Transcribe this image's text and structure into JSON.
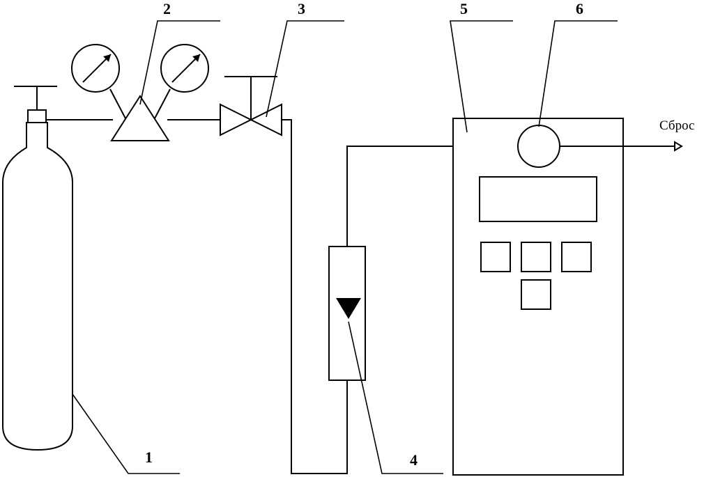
{
  "labels": {
    "cylinder": "1",
    "reducer": "2",
    "valve": "3",
    "flowmeter": "4",
    "analyzer": "5",
    "sensor": "6"
  },
  "outlet_text": "Сброс"
}
